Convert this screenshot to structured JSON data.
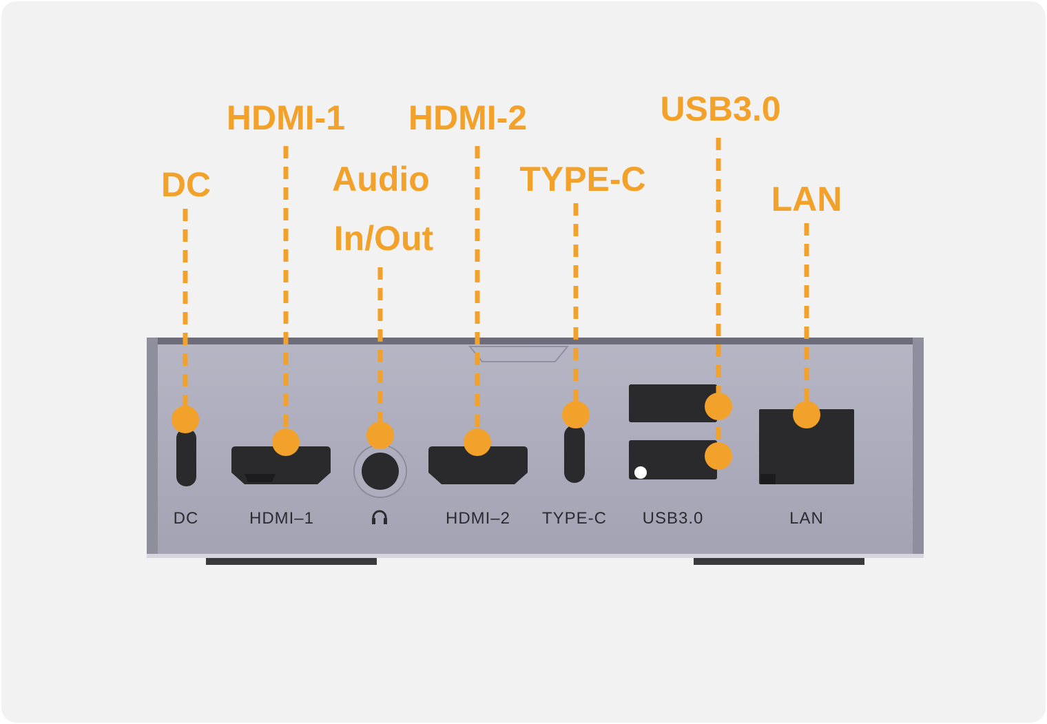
{
  "colors": {
    "background": "#F2F2F2",
    "accent": "#F2A12B",
    "chassis": "#A6A5B6",
    "port": "#2A2A2D"
  },
  "callouts": [
    {
      "id": "dc",
      "lines": [
        "DC"
      ]
    },
    {
      "id": "hdmi1",
      "lines": [
        "HDMI-1"
      ]
    },
    {
      "id": "audio",
      "lines": [
        "Audio",
        "In/Out"
      ]
    },
    {
      "id": "hdmi2",
      "lines": [
        "HDMI-2"
      ]
    },
    {
      "id": "typec",
      "lines": [
        "TYPE-C"
      ]
    },
    {
      "id": "usb",
      "lines": [
        "USB3.0"
      ]
    },
    {
      "id": "lan",
      "lines": [
        "LAN"
      ]
    }
  ],
  "port_labels": {
    "dc": "DC",
    "hdmi1": "HDMI–1",
    "audio_icon": "headphones-icon",
    "hdmi2": "HDMI–2",
    "typec": "TYPE-C",
    "usb": "USB3.0",
    "lan": "LAN"
  }
}
